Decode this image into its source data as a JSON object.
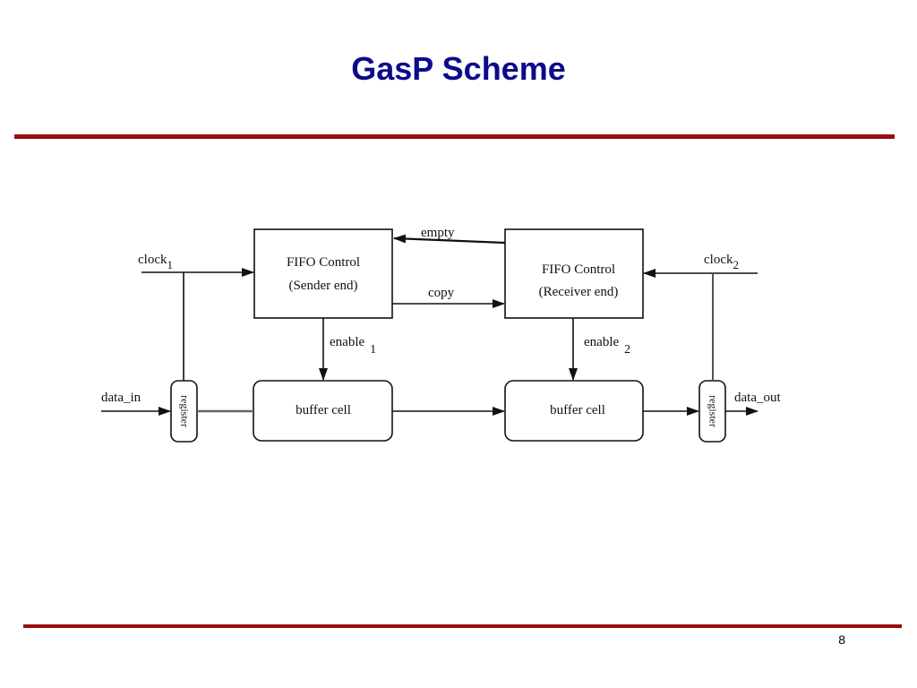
{
  "slide": {
    "title": "GasP Scheme",
    "page_number": "8"
  },
  "diagram": {
    "sender_box": {
      "line1": "FIFO Control",
      "line2": "(Sender end)"
    },
    "receiver_box": {
      "line1": "FIFO Control",
      "line2": "(Receiver end)"
    },
    "buffer_left": "buffer cell",
    "buffer_right": "buffer cell",
    "register_left": "register",
    "register_right": "register",
    "signals": {
      "empty": "empty",
      "copy": "copy",
      "enable1": {
        "label": "enable",
        "sub": "1"
      },
      "enable2": {
        "label": "enable",
        "sub": "2"
      },
      "clock1": {
        "label": "clock",
        "sub": "1"
      },
      "clock2": {
        "label": "clock",
        "sub": "2"
      },
      "data_in": "data_in",
      "data_out": "data_out"
    }
  },
  "colors": {
    "title": "#0b0b8c",
    "rule": "#990d0d"
  }
}
